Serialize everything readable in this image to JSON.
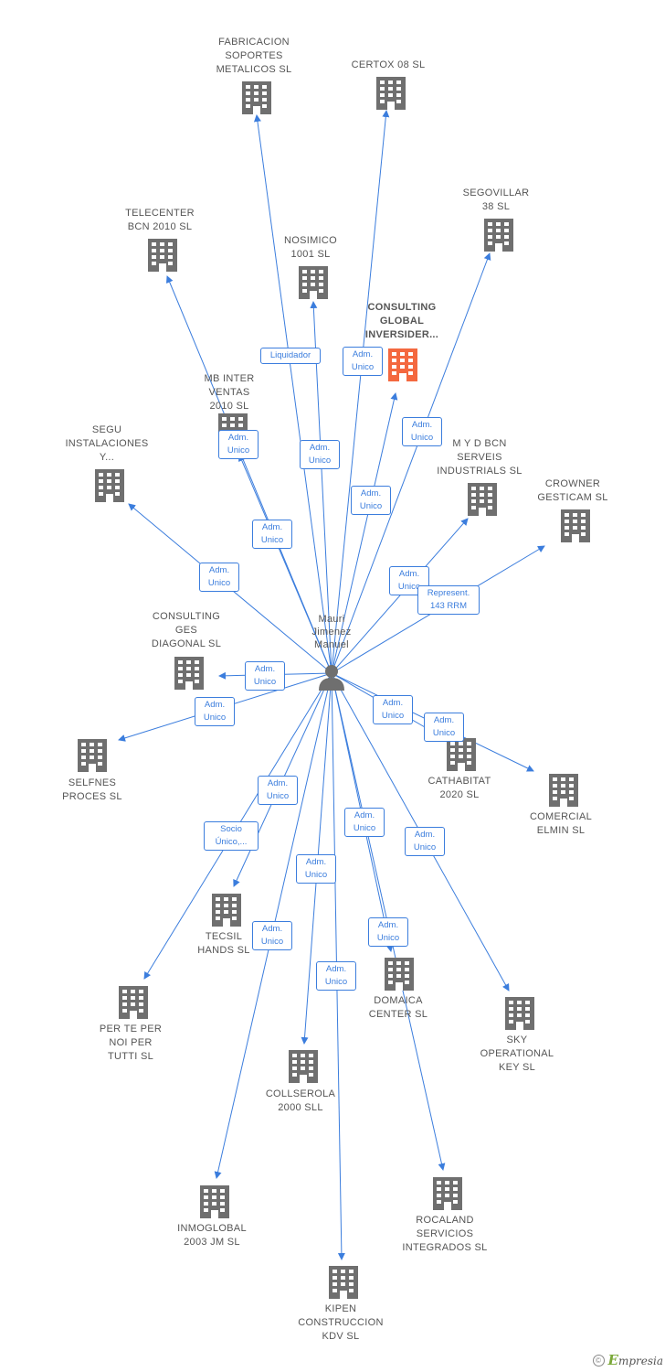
{
  "colors": {
    "edge": "#3b7ddd",
    "building": "#6f6f6f",
    "focus_building": "#f4683f",
    "person": "#6f6f6f",
    "text": "#555555"
  },
  "person": {
    "label": "Mauri\nJimenez\nManuel",
    "icon": "person-icon"
  },
  "companies": [
    {
      "id": "fabricacion",
      "label": "FABRICACION\nSOPORTES\nMETALICOS SL"
    },
    {
      "id": "certox",
      "label": "CERTOX 08 SL"
    },
    {
      "id": "segovillar",
      "label": "SEGOVILLAR\n38 SL"
    },
    {
      "id": "telecenter",
      "label": "TELECENTER\nBCN 2010 SL"
    },
    {
      "id": "nosimico",
      "label": "NOSIMICO\n1001 SL"
    },
    {
      "id": "consulting_global",
      "label": "CONSULTING\nGLOBAL\nINVERSIDER...",
      "focus": true
    },
    {
      "id": "mbinter",
      "label": "MB INTER\nVENTAS\n2010 SL"
    },
    {
      "id": "segu",
      "label": "SEGU\nINSTALACIONES\nY..."
    },
    {
      "id": "myd",
      "label": "M Y D BCN\nSERVEIS\nINDUSTRIALS SL"
    },
    {
      "id": "crowner",
      "label": "CROWNER\nGESTICAM SL"
    },
    {
      "id": "consulting_ges",
      "label": "CONSULTING\nGES\nDIAGONAL SL"
    },
    {
      "id": "selfnes",
      "label": "SELFNES\nPROCES SL"
    },
    {
      "id": "cathabitat",
      "label": "CATHABITAT\n2020 SL"
    },
    {
      "id": "comercial",
      "label": "COMERCIAL\nELMIN SL"
    },
    {
      "id": "tecsil",
      "label": "TECSIL\nHANDS SL"
    },
    {
      "id": "domaica",
      "label": "DOMAICA\nCENTER SL"
    },
    {
      "id": "perte",
      "label": "PER TE PER\nNOI PER\nTUTTI SL"
    },
    {
      "id": "sky",
      "label": "SKY\nOPERATIONAL\nKEY  SL"
    },
    {
      "id": "collserola",
      "label": "COLLSEROLA\n2000 SLL"
    },
    {
      "id": "inmoglobal",
      "label": "INMOGLOBAL\n2003 JM SL"
    },
    {
      "id": "rocaland",
      "label": "ROCALAND\nSERVICIOS\nINTEGRADOS SL"
    },
    {
      "id": "kipen",
      "label": "KIPEN\nCONSTRUCCION\nKDV SL"
    }
  ],
  "relations": [
    {
      "target": "fabricacion",
      "role": "Liquidador"
    },
    {
      "target": "certox",
      "role": "Adm.\nUnico"
    },
    {
      "target": "nosimico",
      "role": "Adm.\nUnico"
    },
    {
      "target": "segovillar",
      "role": "Adm.\nUnico"
    },
    {
      "target": "consulting_global",
      "role": "Adm.\nUnico"
    },
    {
      "target": "telecenter",
      "role": "Adm.\nUnico"
    },
    {
      "target": "mbinter",
      "role": "Adm.\nUnico"
    },
    {
      "target": "segu",
      "role": "Adm.\nUnico"
    },
    {
      "target": "myd",
      "role": "Adm.\nUnico"
    },
    {
      "target": "crowner",
      "role": "Represent.\n143 RRM"
    },
    {
      "target": "consulting_ges",
      "role": "Adm.\nUnico"
    },
    {
      "target": "selfnes",
      "role": "Adm.\nUnico"
    },
    {
      "target": "cathabitat",
      "role": "Adm.\nUnico"
    },
    {
      "target": "comercial",
      "role": "Adm.\nUnico"
    },
    {
      "target": "tecsil",
      "role": "Adm.\nUnico"
    },
    {
      "target": "perte",
      "role": "Socio\nÚnico,..."
    },
    {
      "target": "collserola",
      "role": "Adm.\nUnico"
    },
    {
      "target": "domaica",
      "role": "Adm.\nUnico"
    },
    {
      "target": "sky",
      "role": "Adm.\nUnico"
    },
    {
      "target": "inmoglobal",
      "role": "Adm.\nUnico"
    },
    {
      "target": "kipen",
      "role": "Adm.\nUnico"
    },
    {
      "target": "rocaland",
      "role": "Adm.\nUnico"
    }
  ],
  "footer": {
    "copyright_icon": "copyright-icon",
    "copyright_symbol": "©",
    "brand_initial": "E",
    "brand_rest": "mpresia"
  }
}
